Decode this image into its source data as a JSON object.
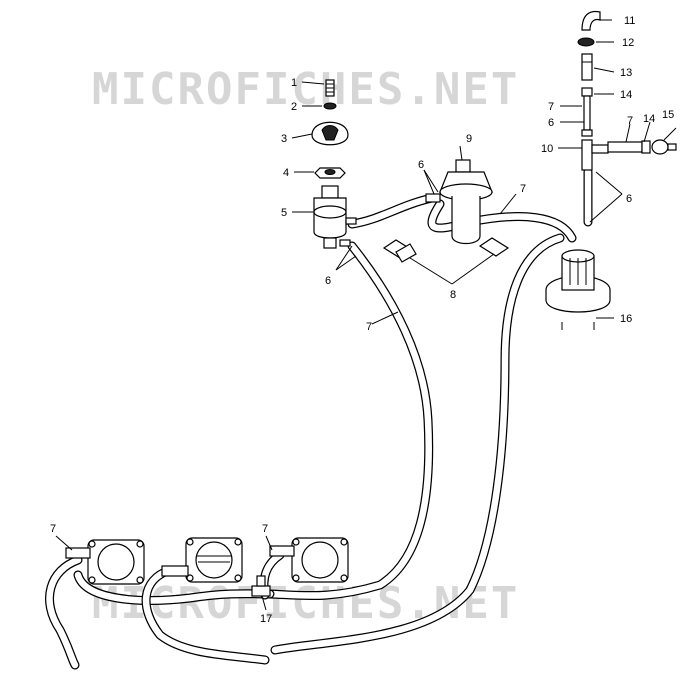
{
  "watermark": {
    "text_top": "MICROFICHES.NET",
    "text_bottom": "MICROFICHES.NET"
  },
  "callouts": [
    {
      "id": "c1",
      "label": "1"
    },
    {
      "id": "c2",
      "label": "2"
    },
    {
      "id": "c3",
      "label": "3"
    },
    {
      "id": "c4",
      "label": "4"
    },
    {
      "id": "c5",
      "label": "5"
    },
    {
      "id": "c6a",
      "label": "6"
    },
    {
      "id": "c6b",
      "label": "6"
    },
    {
      "id": "c6c",
      "label": "6"
    },
    {
      "id": "c6d",
      "label": "6"
    },
    {
      "id": "c7a",
      "label": "7"
    },
    {
      "id": "c7b",
      "label": "7"
    },
    {
      "id": "c7c",
      "label": "7"
    },
    {
      "id": "c7d",
      "label": "7"
    },
    {
      "id": "c7e",
      "label": "7"
    },
    {
      "id": "c7f",
      "label": "7"
    },
    {
      "id": "c8",
      "label": "8"
    },
    {
      "id": "c9",
      "label": "9"
    },
    {
      "id": "c10",
      "label": "10"
    },
    {
      "id": "c11",
      "label": "11"
    },
    {
      "id": "c12",
      "label": "12"
    },
    {
      "id": "c13",
      "label": "13"
    },
    {
      "id": "c14a",
      "label": "14"
    },
    {
      "id": "c14b",
      "label": "14"
    },
    {
      "id": "c15",
      "label": "15"
    },
    {
      "id": "c16",
      "label": "16"
    },
    {
      "id": "c17",
      "label": "17"
    }
  ],
  "colors": {
    "line": "#000000",
    "watermark": "#d6d6d6",
    "background": "#ffffff"
  }
}
